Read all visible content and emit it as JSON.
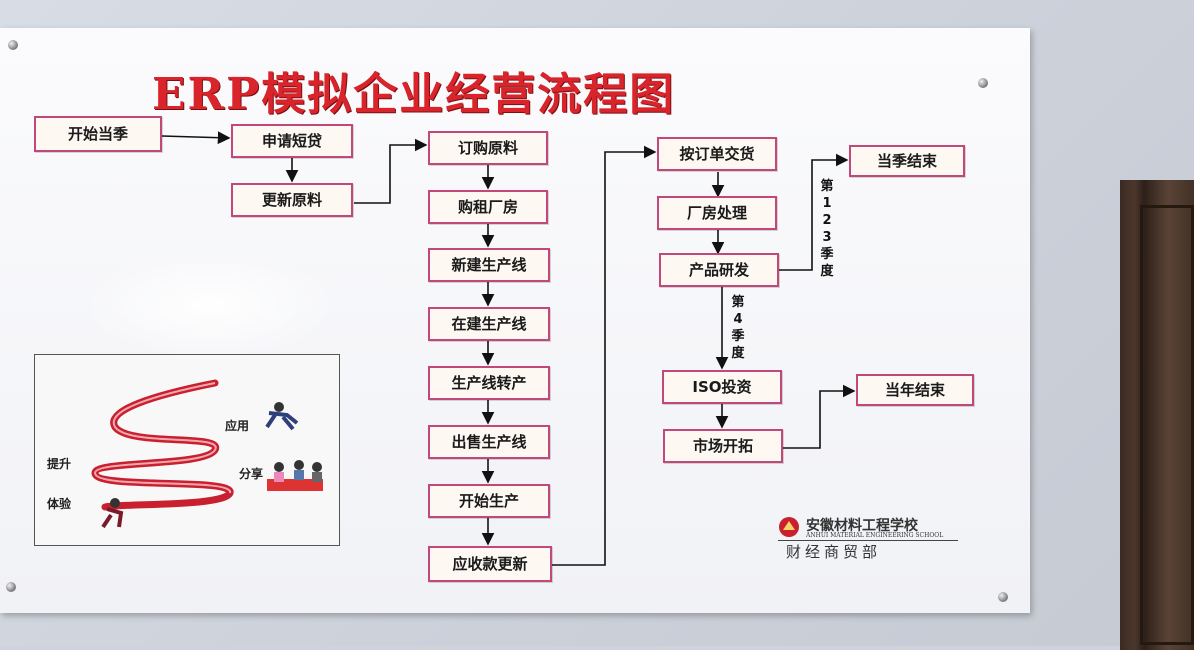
{
  "poster": {
    "title": "ERP模拟企业经营流程图",
    "columns": {
      "left": [
        "开始当季",
        "申请短贷",
        "更新原料"
      ],
      "middle": [
        "订购原料",
        "购租厂房",
        "新建生产线",
        "在建生产线",
        "生产线转产",
        "出售生产线",
        "开始生产",
        "应收款更新"
      ],
      "right": [
        "按订单交货",
        "厂房处理",
        "产品研发",
        "ISO投资",
        "市场开拓"
      ],
      "ends": [
        "当季结束",
        "当年结束"
      ]
    },
    "branch_labels": {
      "q123": "第1 2 3季度",
      "q4": "第4季度"
    },
    "illustration": {
      "labels": [
        "应用",
        "分享",
        "提升",
        "体验"
      ]
    },
    "school": {
      "name": "安徽材料工程学校",
      "subtitle": "ANHUI MATERIAL ENGINEERING SCHOOL",
      "department": "财经商贸部"
    }
  }
}
